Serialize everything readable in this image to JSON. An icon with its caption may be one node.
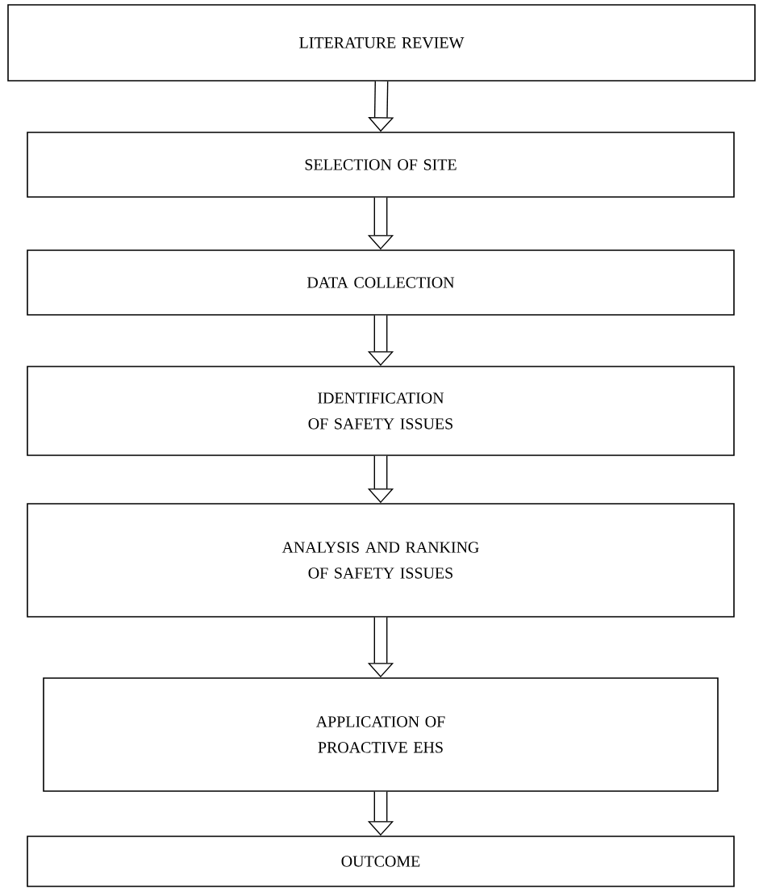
{
  "diagram": {
    "nodes": [
      {
        "text": [
          "LITERATURE REVIEW"
        ]
      },
      {
        "text": [
          "SELECTION OF SITE"
        ]
      },
      {
        "text": [
          "DATA COLLECTION"
        ]
      },
      {
        "text": [
          "IDENTIFICATION OF SAFETY ISSUES"
        ]
      },
      {
        "text": [
          "ANALYSIS AND RANKING OF SAFETY ISSUES"
        ]
      },
      {
        "text": [
          "APPLICATION OF PROACTIVE EHS"
        ]
      },
      {
        "text": [
          "OUTCOME"
        ]
      }
    ],
    "edges": [
      {
        "from": 0,
        "to": 1,
        "arrow": "to"
      },
      {
        "from": 1,
        "to": 2,
        "arrow": "to"
      },
      {
        "from": 2,
        "to": 3,
        "arrow": "to"
      },
      {
        "from": 3,
        "to": 4,
        "arrow": "to"
      },
      {
        "from": 4,
        "to": 5,
        "arrow": "to"
      },
      {
        "from": 5,
        "to": 6,
        "arrow": "to"
      }
    ]
  }
}
